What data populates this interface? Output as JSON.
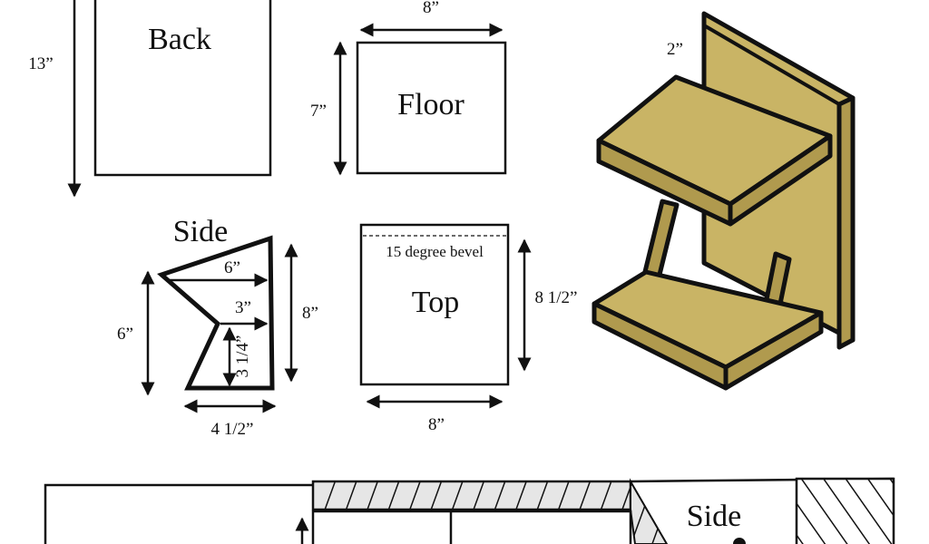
{
  "title": "Bat house / birdhouse cut plan",
  "parts": {
    "back": {
      "label": "Back",
      "height": "13”"
    },
    "floor": {
      "label": "Floor",
      "width": "8”",
      "height": "7”"
    },
    "side": {
      "label": "Side",
      "top_width": "6”",
      "mid_width": "3”",
      "inner_height": "3 1/4”",
      "height": "8”",
      "front_height": "6”",
      "bottom_width": "4 1/2”"
    },
    "top": {
      "label": "Top",
      "bevel_note": "15 degree bevel",
      "height": "8 1/2”",
      "width": "8”"
    },
    "assembly": {
      "overhang": "2”",
      "wood_color": "#c9b465"
    },
    "section": {
      "label": "Side"
    }
  }
}
